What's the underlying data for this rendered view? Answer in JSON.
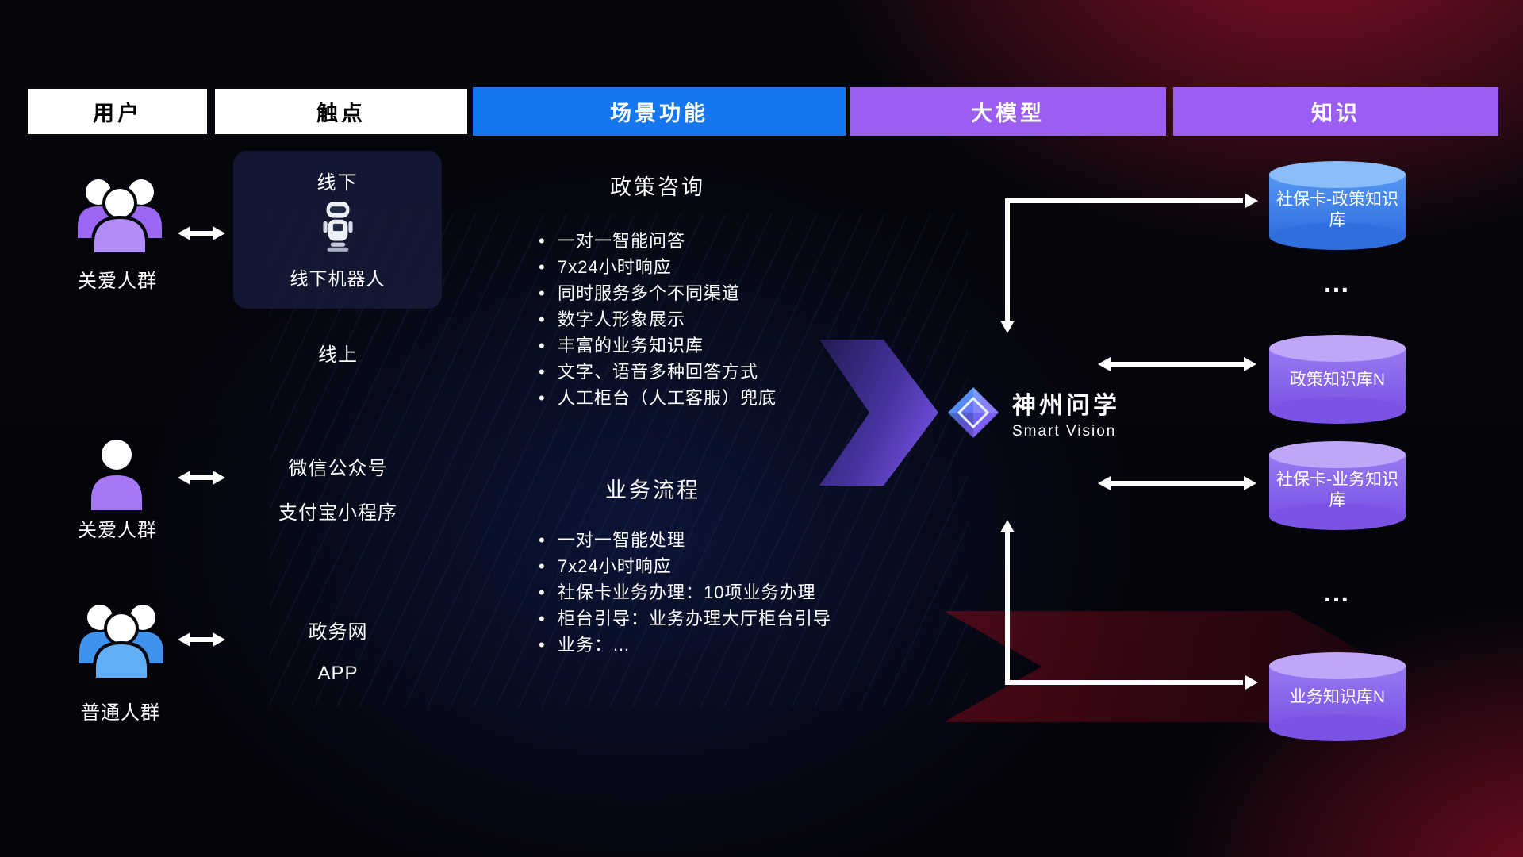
{
  "columns": [
    {
      "label": "用户"
    },
    {
      "label": "触点"
    },
    {
      "label": "场景功能"
    },
    {
      "label": "大模型"
    },
    {
      "label": "知识"
    }
  ],
  "users": [
    {
      "label": "关爱人群"
    },
    {
      "label": "关爱人群"
    },
    {
      "label": "普通人群"
    }
  ],
  "touchpoints": {
    "offline": {
      "title": "线下",
      "robot": "线下机器人"
    },
    "online": "线上",
    "wechat": "微信公众号",
    "alipay": "支付宝小程序",
    "gov": "政务网",
    "app": "APP"
  },
  "scenarios": [
    {
      "title": "政策咨询",
      "items": [
        "一对一智能问答",
        "7x24小时响应",
        "同时服务多个不同渠道",
        "数字人形象展示",
        "丰富的业务知识库",
        "文字、语音多种回答方式",
        "人工柜台（人工客服）兜底"
      ]
    },
    {
      "title": "业务流程",
      "items": [
        "一对一智能处理",
        "7x24小时响应",
        "社保卡业务办理：10项业务办理",
        "柜台引导：业务办理大厅柜台引导",
        "业务：…"
      ]
    }
  ],
  "model": {
    "name": "神州问学",
    "subtitle": "Smart Vision"
  },
  "knowledge": {
    "db1": "社保卡-政策知识库",
    "dots1": "…",
    "db2": "政策知识库N",
    "db3": "社保卡-业务知识库",
    "dots2": "…",
    "db4": "业务知识库N"
  },
  "colors": {
    "scene_header_blue": "#1577ee",
    "model_header_purple": "#9c5df2",
    "cylinder_blue": "#3f86f0",
    "cylinder_purple": "#8a63ee",
    "user_icon_purple": "#a578f5",
    "user_icon_blue": "#4aa0f0",
    "arrow_white": "#ffffff"
  }
}
